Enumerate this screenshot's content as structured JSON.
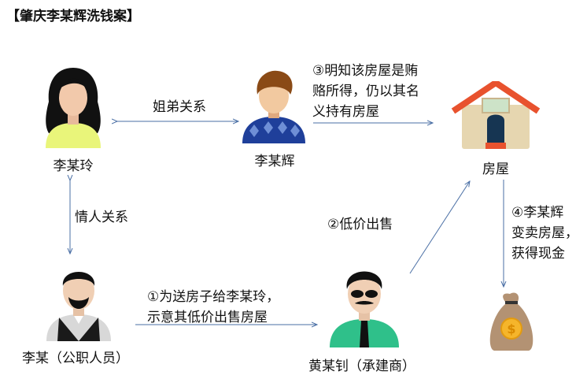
{
  "title": "【肇庆李某辉洗钱案】",
  "nodes": {
    "li_mouling": "李某玲",
    "li_mouhui": "李某辉",
    "house": "房屋",
    "li_mou": "李某（公职人员）",
    "huang": "黄某钊（承建商）"
  },
  "edges": {
    "siblings": "姐弟关系",
    "lovers": "情人关系",
    "step1": [
      "①为送房子给李某玲，",
      "示意其低价出售房屋"
    ],
    "step2": "②低价出售",
    "step3": [
      "③明知该房屋是贿",
      "赂所得，仍以其名",
      "义持有房屋"
    ],
    "step4": [
      "④李某辉",
      "变卖房屋，",
      "获得现金"
    ]
  },
  "colors": {
    "arrow": "#4a6fa5",
    "roof": "#e8522e",
    "shirt_green": "#2fc08a",
    "sweater_blue": "#1f3f9a"
  }
}
